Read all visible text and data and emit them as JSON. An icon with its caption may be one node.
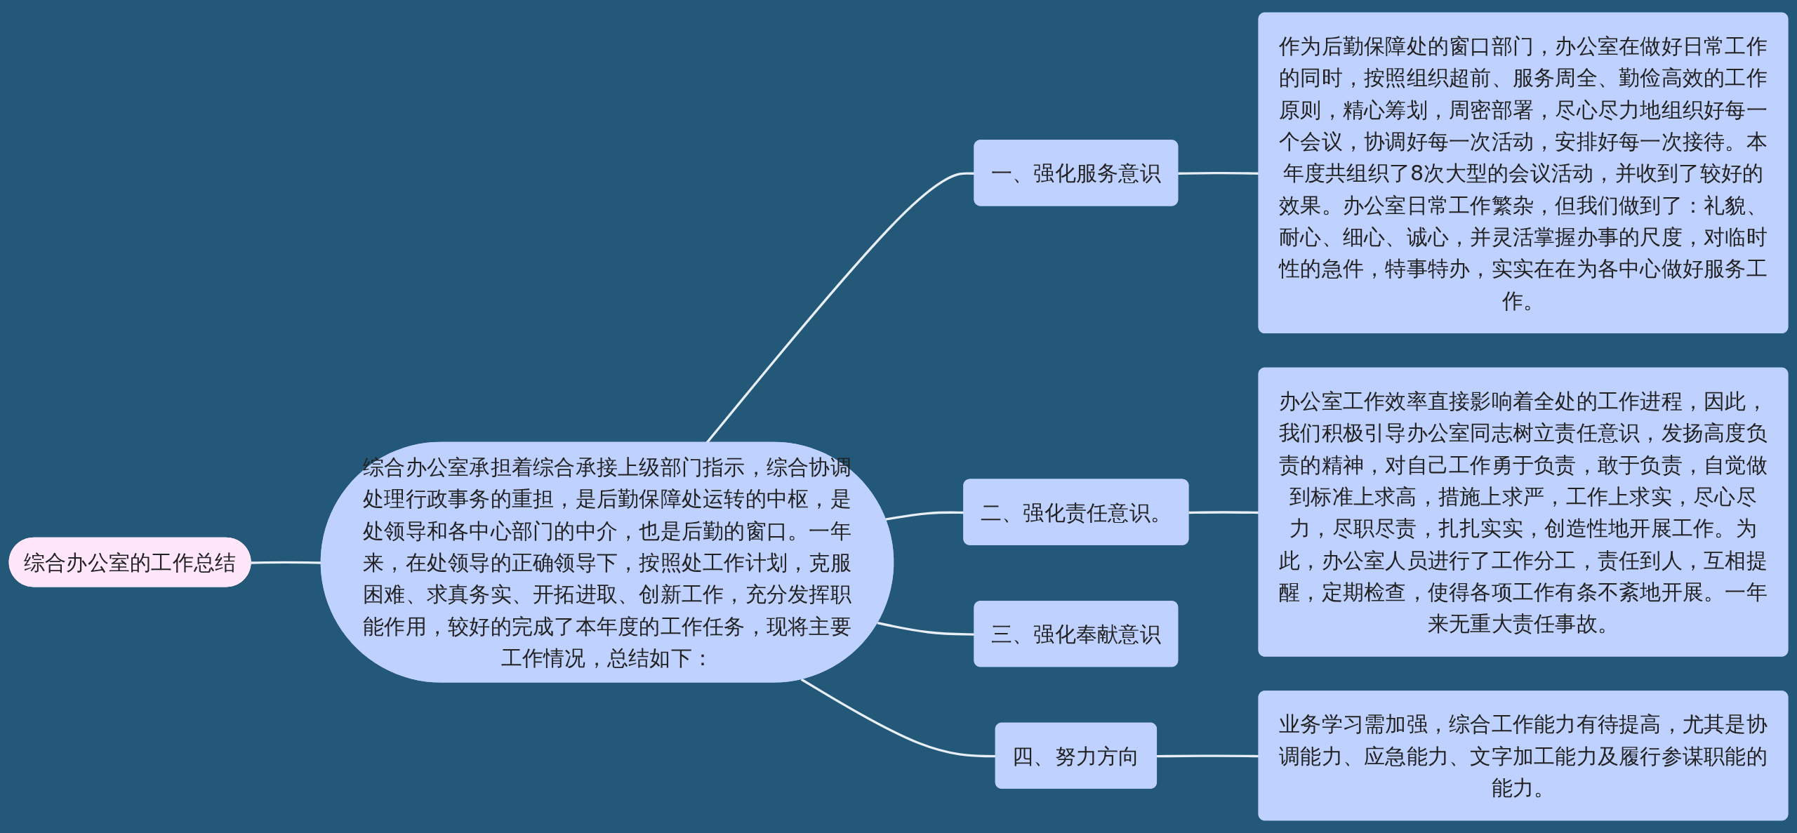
{
  "diagram": {
    "nodes": [
      {
        "text": [
          "综合办公室的工作总结"
        ]
      },
      {
        "text": [
          "综合办公室承担着综合承接上级部门指示，综合协调处理行政事务的重担，是后勤保障处运转的中枢，是处领导和各中心部门的中介，也是后勤的窗口。一年来，在处领导的正确领导下，按照处工作计划，克服困难、求真务实、开拓进取、创新工作，充分发挥职能作用，较好的完成了本年度的工作任务，现将主要工作情况，总结如下："
        ]
      },
      {
        "text": [
          "一、强化服务意识"
        ]
      },
      {
        "text": [
          "二、强化责任意识。"
        ]
      },
      {
        "text": [
          "三、强化奉献意识"
        ]
      },
      {
        "text": [
          "四、努力方向"
        ]
      },
      {
        "text": [
          "作为后勤保障处的窗口部门，办公室在做好日常工作的同时，按照组织超前、服务周全、勤俭高效的工作原则，精心筹划，周密部署，尽心尽力地组织好每一个会议，协调好每一次活动，安排好每一次接待。本年度共组织了8次大型的会议活动，并收到了较好的效果。办公室日常工作繁杂，但我们做到了：礼貌、耐心、细心、诚心，并灵活掌握办事的尺度，对临时性的急件，特事特办，实实在在为各中心做好服务工作。"
        ]
      },
      {
        "text": [
          "办公室工作效率直接影响着全处的工作进程，因此，我们积极引导办公室同志树立责任意识，发扬高度负责的精神，对自己工作勇于负责，敢于负责，自觉做到标准上求高，措施上求严，工作上求实，尽心尽力，尽职尽责，扎扎实实，创造性地开展工作。为此，办公室人员进行了工作分工，责任到人，互相提醒，定期检查，使得各项工作有条不紊地开展。一年来无重大责任事故。"
        ]
      },
      {
        "text": [
          "业务学习需加强，综合工作能力有待提高，尤其是协调能力、应急能力、文字加工能力及履行参谋职能的能力。"
        ]
      }
    ],
    "edges": [
      {
        "from": 0,
        "to": 1,
        "arrow": "none"
      },
      {
        "from": 1,
        "to": 2,
        "arrow": "none"
      },
      {
        "from": 1,
        "to": 3,
        "arrow": "none"
      },
      {
        "from": 1,
        "to": 4,
        "arrow": "none"
      },
      {
        "from": 1,
        "to": 5,
        "arrow": "none"
      },
      {
        "from": 2,
        "to": 6,
        "arrow": "none"
      },
      {
        "from": 3,
        "to": 7,
        "arrow": "none"
      },
      {
        "from": 5,
        "to": 8,
        "arrow": "none"
      }
    ]
  }
}
